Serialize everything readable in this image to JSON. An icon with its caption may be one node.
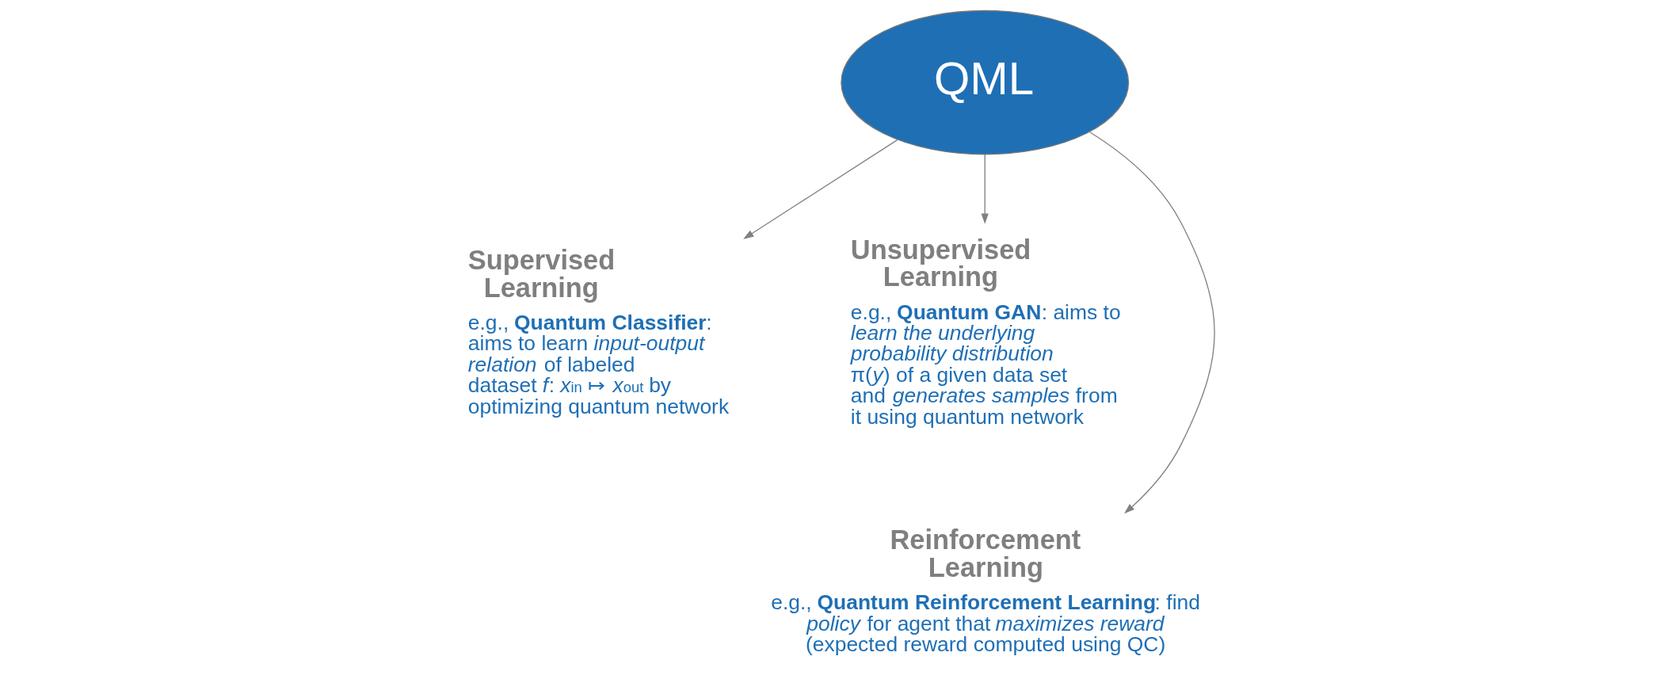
{
  "diagram": {
    "nodes": [
      {
        "text": [
          "QML"
        ]
      },
      {
        "text": [
          "Supervised Learning"
        ],
        "beside": [
          "e.g., **Quantum Classifier**: aims to learn *input-output relation* of labeled dataset *f*: *x*$_{in}$ ↦ *x*$_{out}$ by optimizing quantum network"
        ]
      },
      {
        "text": [
          "Unsupervised Learning"
        ],
        "beside": [
          "e.g., **Quantum GAN**: aims to *learn the underlying probability distribution* π(*y*) of a given data set and *generates samples* from it using quantum network"
        ]
      },
      {
        "text": [
          "Reinforcement Learning"
        ],
        "beside": [
          "e.g., **Quantum Reinforcement Learning**: find *policy* for agent that *maximizes reward* (expected reward computed using QC)"
        ]
      }
    ],
    "edges": [
      {
        "from": 0,
        "to": 1,
        "arrow": "to"
      },
      {
        "from": 0,
        "to": 2,
        "arrow": "to"
      },
      {
        "from": 0,
        "to": 3,
        "arrow": "to"
      }
    ]
  }
}
